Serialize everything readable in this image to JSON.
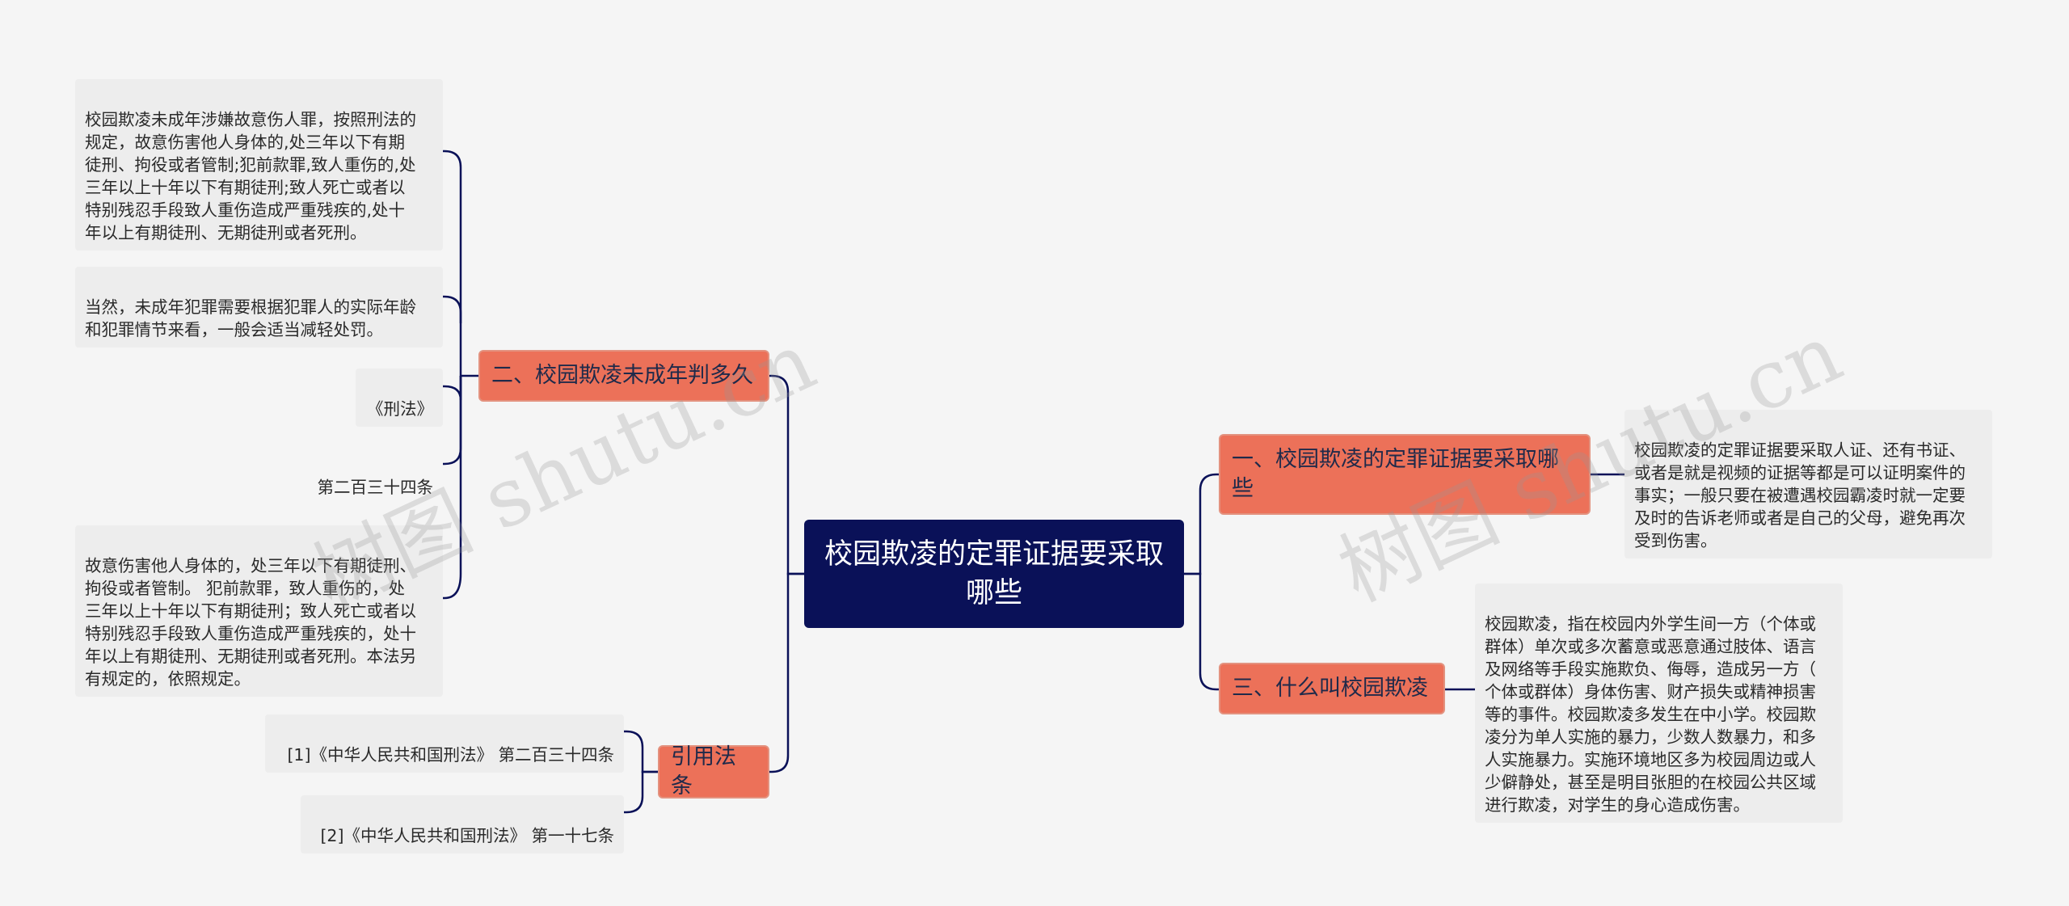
{
  "root": {
    "text": "校园欺凌的定罪证据要采取哪些"
  },
  "branches": {
    "b1": {
      "text": "一、校园欺凌的定罪证据要采取哪些"
    },
    "b2": {
      "text": "二、校园欺凌未成年判多久"
    },
    "b3": {
      "text": "三、什么叫校园欺凌"
    },
    "b4": {
      "text": "引用法条"
    }
  },
  "leaves": {
    "l1": {
      "text": "校园欺凌的定罪证据要采取人证、还有书证、\n或者是就是视频的证据等都是可以证明案件的\n事实；一般只要在被遭遇校园霸凌时就一定要\n及时的告诉老师或者是自己的父母，避免再次\n受到伤害。"
    },
    "l2": {
      "text": "校园欺凌未成年涉嫌故意伤人罪，按照刑法的\n规定，故意伤害他人身体的,处三年以下有期\n徒刑、拘役或者管制;犯前款罪,致人重伤的,处\n三年以上十年以下有期徒刑;致人死亡或者以\n特别残忍手段致人重伤造成严重残疾的,处十\n年以上有期徒刑、无期徒刑或者死刑。"
    },
    "l3": {
      "text": "当然，未成年犯罪需要根据犯罪人的实际年龄\n和犯罪情节来看，一般会适当减轻处罚。"
    },
    "l4": {
      "text": "《刑法》"
    },
    "l5": {
      "text": "第二百三十四条"
    },
    "l6": {
      "text": "故意伤害他人身体的，处三年以下有期徒刑、\n拘役或者管制。 犯前款罪，致人重伤的，处\n三年以上十年以下有期徒刑；致人死亡或者以\n特别残忍手段致人重伤造成严重残疾的，处十\n年以上有期徒刑、无期徒刑或者死刑。本法另\n有规定的，依照规定。"
    },
    "l7": {
      "text": "校园欺凌，指在校园内外学生间一方（个体或\n群体）单次或多次蓄意或恶意通过肢体、语言\n及网络等手段实施欺负、侮辱，造成另一方（\n个体或群体）身体伤害、财产损失或精神损害\n等的事件。校园欺凌多发生在中小学。校园欺\n凌分为单人实施的暴力，少数人数暴力，和多\n人实施暴力。实施环境地区多为校园周边或人\n少僻静处，甚至是明目张胆的在校园公共区域\n进行欺凌，对学生的身心造成伤害。"
    },
    "l8": {
      "text": "[1]《中华人民共和国刑法》 第二百三十四条"
    },
    "l9": {
      "text": "[2]《中华人民共和国刑法》 第一十七条"
    }
  },
  "watermarks": [
    "树图 shutu.cn",
    "树图 shutu.cn"
  ],
  "colors": {
    "root_bg": "#0a1158",
    "branch_bg": "#ec7159",
    "leaf_bg": "#ededed",
    "line": "#0a1158"
  }
}
